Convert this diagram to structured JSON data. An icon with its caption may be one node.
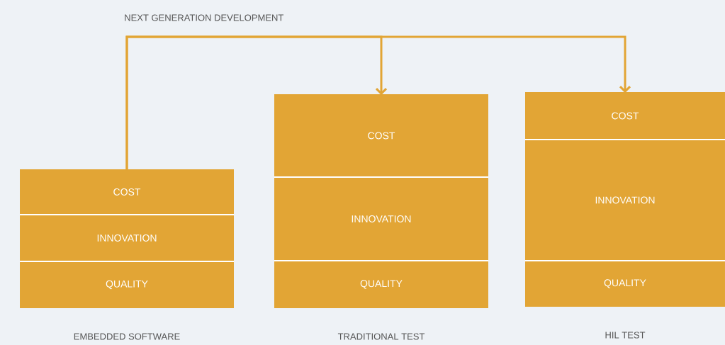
{
  "diagram": {
    "nodes": [
      {
        "text": [
          "EMBEDDED SOFTWARE"
        ]
      },
      {
        "text": [
          "COST"
        ],
        "in": 0
      },
      {
        "text": [
          "INNOVATION"
        ],
        "in": 0
      },
      {
        "text": [
          "QUALITY"
        ],
        "in": 0
      },
      {
        "text": [
          "TRADITIONAL TEST"
        ]
      },
      {
        "text": [
          "COST"
        ],
        "in": 4
      },
      {
        "text": [
          "INNOVATION"
        ],
        "in": 4
      },
      {
        "text": [
          "QUALITY"
        ],
        "in": 4
      },
      {
        "text": [
          "HIL TEST"
        ]
      },
      {
        "text": [
          "COST"
        ],
        "in": 8
      },
      {
        "text": [
          "INNOVATION"
        ],
        "in": 8
      },
      {
        "text": [
          "QUALITY"
        ],
        "in": 8
      }
    ],
    "edges": [
      {
        "from": 1,
        "to": 5,
        "arrow": "to"
      },
      {
        "from": 1,
        "to": 9,
        "arrow": "to"
      }
    ],
    "labels": [
      "NEXT GENERATION DEVELOPMENT"
    ]
  }
}
